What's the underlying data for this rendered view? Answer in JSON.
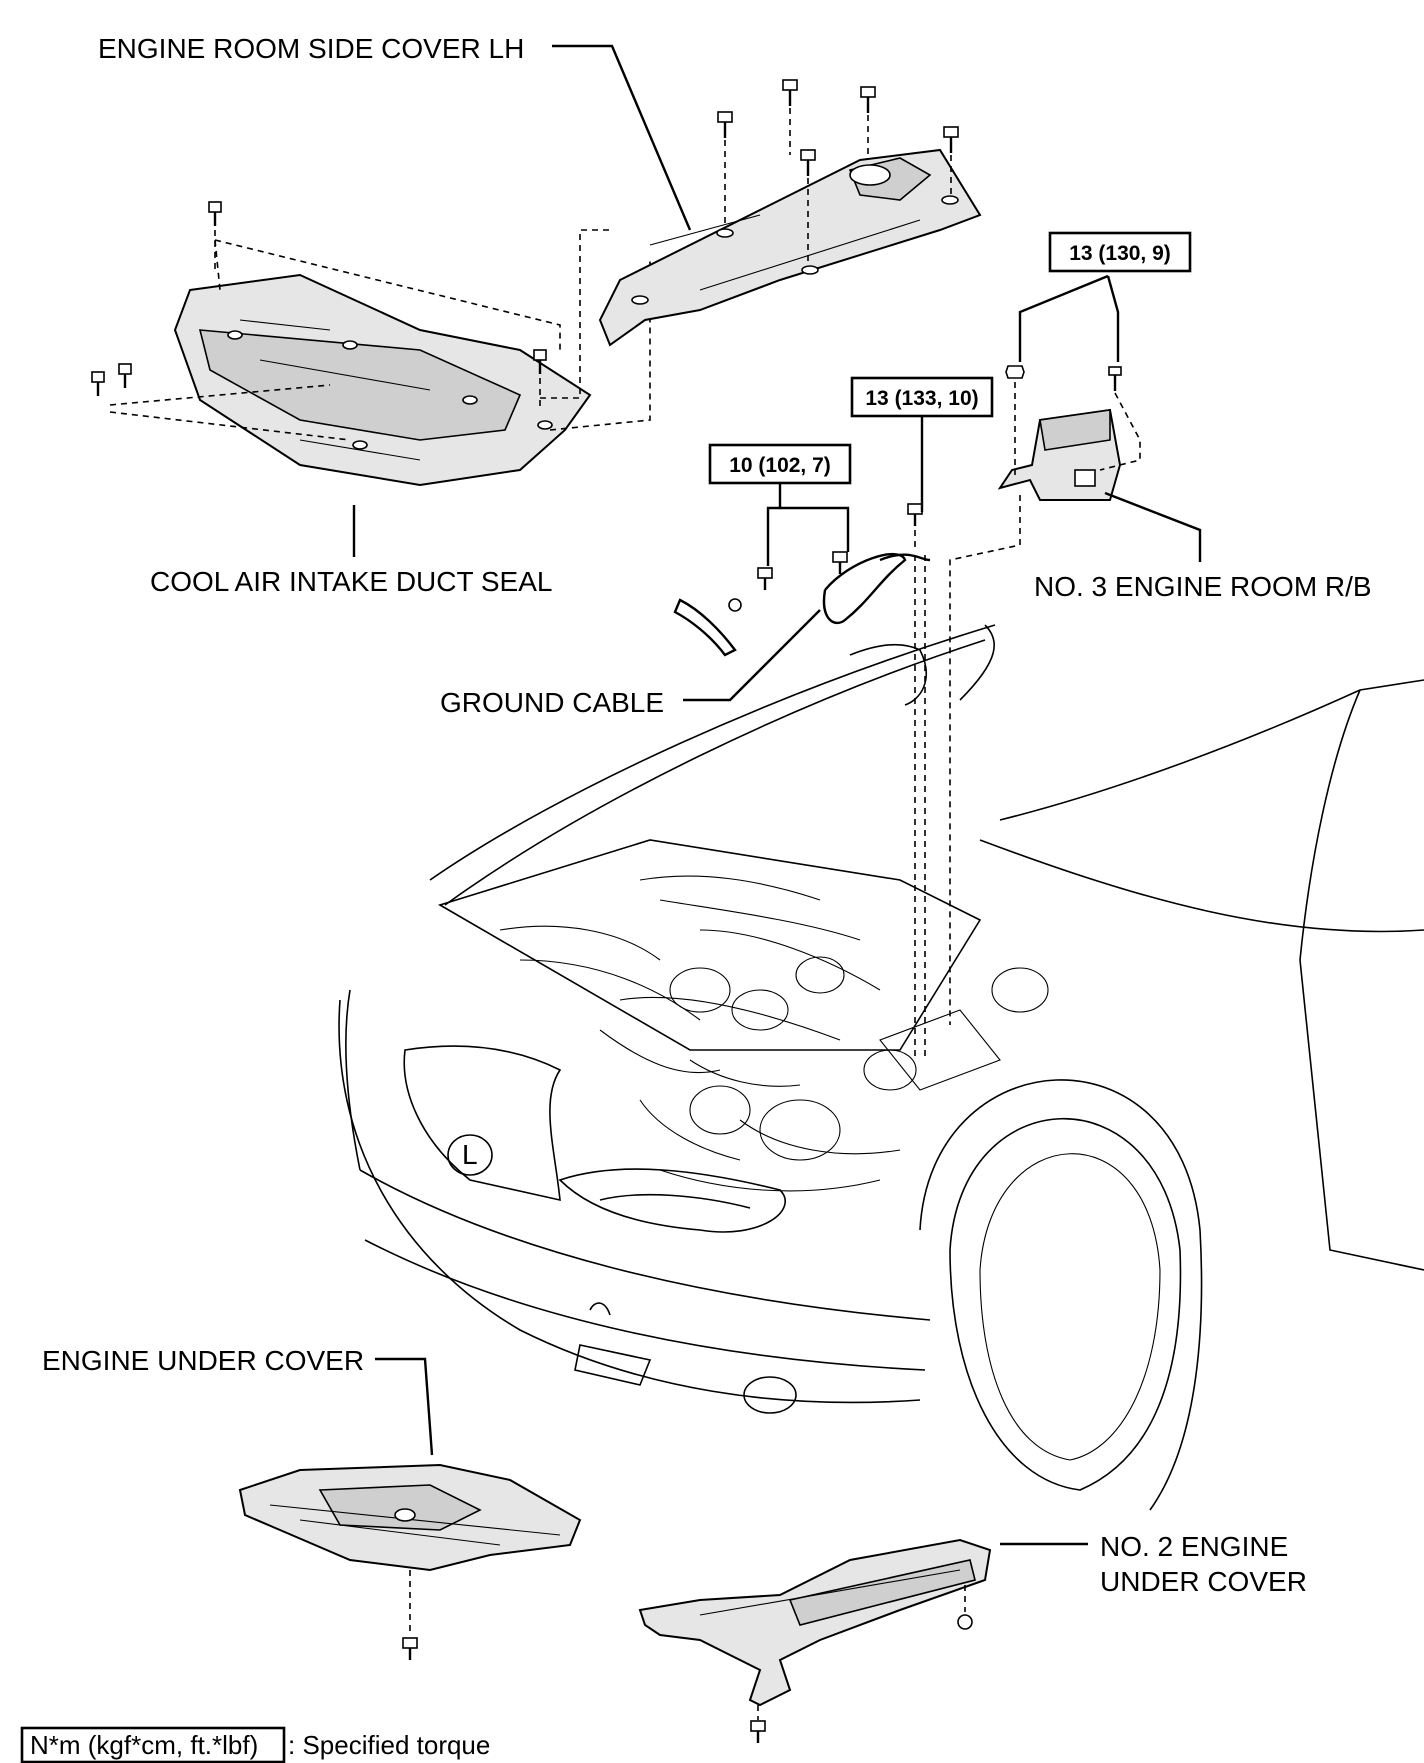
{
  "labels": {
    "engine_room_side_cover_lh": "ENGINE ROOM SIDE COVER LH",
    "cool_air_intake_duct_seal": "COOL AIR INTAKE DUCT SEAL",
    "no3_engine_room_rb": "NO. 3 ENGINE ROOM R/B",
    "ground_cable": "GROUND CABLE",
    "engine_under_cover": "ENGINE UNDER COVER",
    "no2_engine_under_cover_line1": "NO. 2 ENGINE",
    "no2_engine_under_cover_line2": "UNDER COVER"
  },
  "torques": {
    "rb_bolts": "13 (130, 9)",
    "cable_bolt": "13 (133, 10)",
    "ground_bolts": "10 (102, 7)"
  },
  "legend": {
    "box_text": "N*m (kgf*cm, ft.*lbf)",
    "description": ": Specified torque"
  }
}
